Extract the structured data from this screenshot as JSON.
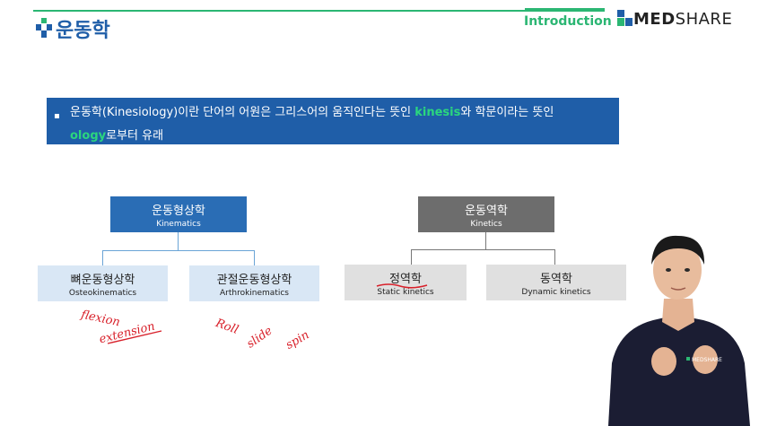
{
  "header": {
    "title": "운동학",
    "section": "Introduction",
    "brand_bold": "MED",
    "brand_light": "SHARE"
  },
  "banner": {
    "bullet": "▪",
    "text1": "운동학(Kinesiology)이란 단어의 어원은 그리스어의 움직인다는 뜻인 ",
    "hl1": "kinesis",
    "text2": "와 학문이라는 뜻인",
    "hl2": "ology",
    "text3": "로부터 유래"
  },
  "tree": {
    "kinematics": {
      "ko": "운동형상학",
      "en": "Kinematics"
    },
    "kinetics": {
      "ko": "운동역학",
      "en": "Kinetics"
    },
    "osteo": {
      "ko": "뼈운동형상학",
      "en": "Osteokinematics"
    },
    "arthro": {
      "ko": "관절운동형상학",
      "en": "Arthrokinematics"
    },
    "static": {
      "ko": "정역학",
      "en": "Static kinetics"
    },
    "dynamic": {
      "ko": "동역학",
      "en": "Dynamic kinetics"
    }
  },
  "annotations": {
    "flexion": "flexion",
    "extension": "extension",
    "roll": "Roll",
    "slide": "slide",
    "spin": "spin"
  },
  "colors": {
    "accent_green": "#2bb673",
    "primary_blue": "#1f5ea8",
    "annotation_red": "#d8202a"
  },
  "presenter_badge": "MEDSHARE"
}
